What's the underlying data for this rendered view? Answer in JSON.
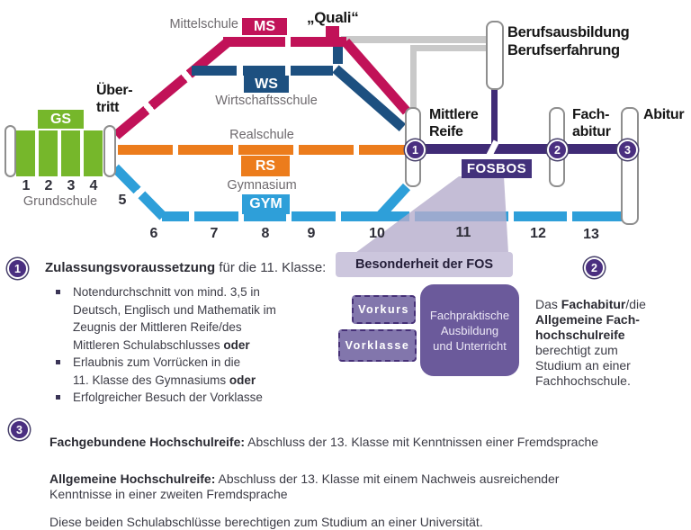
{
  "colors": {
    "green": "#76b72b",
    "magenta": "#c11258",
    "darkblue": "#1d5080",
    "orange": "#ec7c1c",
    "lightblue": "#2e9fd9",
    "purple": "#402b76",
    "badge_purple": "#4a2f80",
    "gray_line": "#c9c9c9",
    "beam": "#b5accc",
    "fos_title_bg": "#ccc6dd",
    "prebox_bg": "#8276ac",
    "fachpraktisch_bg": "#6b5a9b"
  },
  "diagram": {
    "grundschule": {
      "abbr": "GS",
      "label": "Grundschule",
      "grades": [
        "1",
        "2",
        "3",
        "4"
      ]
    },
    "uebertritt": {
      "l1": "Über-",
      "l2": "tritt"
    },
    "mittelschule": {
      "label": "Mittelschule",
      "abbr": "MS"
    },
    "quali": "„Quali“",
    "wirtschaftsschule": {
      "label": "Wirtschaftsschule",
      "abbr": "WS"
    },
    "realschule": {
      "label": "Realschule",
      "abbr": "RS"
    },
    "gymnasium": {
      "label": "Gymnasium",
      "abbr": "GYM"
    },
    "grades": [
      "5",
      "6",
      "7",
      "8",
      "9",
      "10",
      "11",
      "12",
      "13"
    ],
    "mittlere_reife": {
      "l1": "Mittlere",
      "l2": "Reife"
    },
    "berufsausbildung": {
      "l1": "Berufsausbildung",
      "l2": "Berufserfahrung"
    },
    "fachabitur": {
      "l1": "Fach-",
      "l2": "abitur"
    },
    "abitur": "Abitur",
    "fosbos": "FOSBOS",
    "badges": {
      "b1": "1",
      "b2": "2",
      "b3": "3"
    }
  },
  "fos_detail": {
    "title": "Besonderheit der FOS",
    "vorkurs": "Vorkurs",
    "vorklasse": "Vorklasse",
    "fachpraktisch": {
      "l1": "Fachpraktische",
      "l2": "Ausbildung",
      "l3": "und Unterricht"
    }
  },
  "note1": {
    "badge": "1",
    "heading_bold": "Zulassungsvoraussetzung",
    "heading_rest": " für die 11. Klasse:",
    "item1_text": "Notendurchschnitt von mind. 3,5 in\nDeutsch, Englisch und Mathematik im\nZeugnis der Mittleren Reife/des\nMittleren Schulabschlusses ",
    "item1_bold": "oder",
    "item2_text": "Erlaubnis zum Vorrücken in die\n11. Klasse des Gymnasiums ",
    "item2_bold": "oder",
    "item3_text": "Erfolgreicher Besuch der Vorklasse"
  },
  "note2": {
    "badge": "2",
    "t1": "Das ",
    "b1": "Fachabitur",
    "t2": "/die\n",
    "b2": "Allgemeine Fach-\nhochschulreife",
    "t3": "\nberechtigt zum\nStudium an einer\nFachhochschule."
  },
  "note3": {
    "badge": "3",
    "p1_bold": "Fachgebundene Hochschulreife:",
    "p1_text": " Abschluss der 13. Klasse mit Kenntnissen einer Fremdsprache",
    "p2_bold": "Allgemeine Hochschulreife:",
    "p2_text": " Abschluss der 13. Klasse mit einem Nachweis ausreichender\nKenntnisse in einer zweiten Fremdsprache",
    "p3": "Diese beiden Schulabschlüsse berechtigen zum Studium an einer Universität."
  }
}
